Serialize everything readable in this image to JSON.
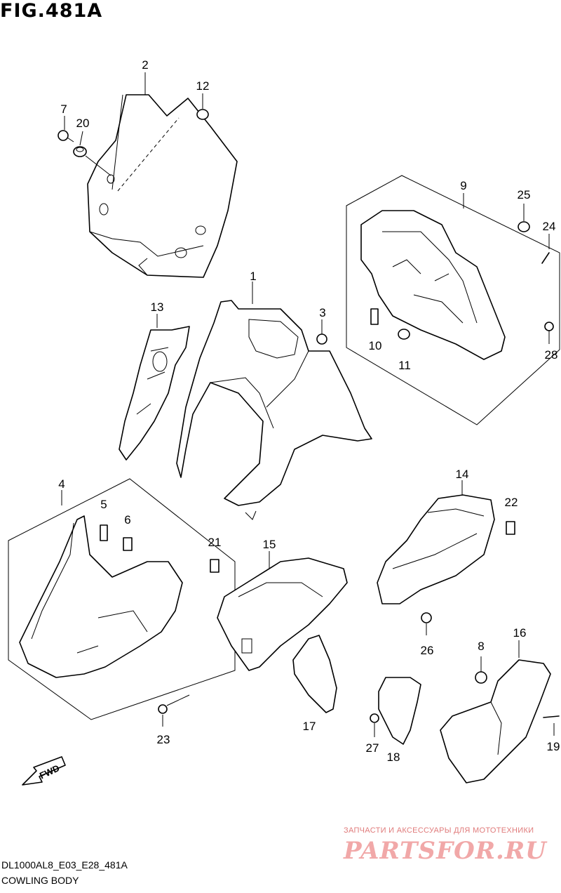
{
  "figure": {
    "title": "FIG.481A"
  },
  "footer": {
    "code": "DL1000AL8_E03_E28_481A",
    "caption": "COWLING BODY"
  },
  "watermark": {
    "line1": "ЗАПЧАСТИ И АКСЕССУАРЫ ДЛЯ МОТОТЕХНИКИ",
    "logo": "PARTSFOR.RU"
  },
  "fwd_label": "FWD",
  "callouts": {
    "c1": "1",
    "c2": "2",
    "c3": "3",
    "c4": "4",
    "c5": "5",
    "c6": "6",
    "c7": "7",
    "c8": "8",
    "c9": "9",
    "c10": "10",
    "c11": "11",
    "c12": "12",
    "c13": "13",
    "c14": "14",
    "c15": "15",
    "c16": "16",
    "c17": "17",
    "c18": "18",
    "c19": "19",
    "c20": "20",
    "c21": "21",
    "c22": "22",
    "c23": "23",
    "c24": "24",
    "c25": "25",
    "c26": "26",
    "c27": "27",
    "c28": "28"
  }
}
